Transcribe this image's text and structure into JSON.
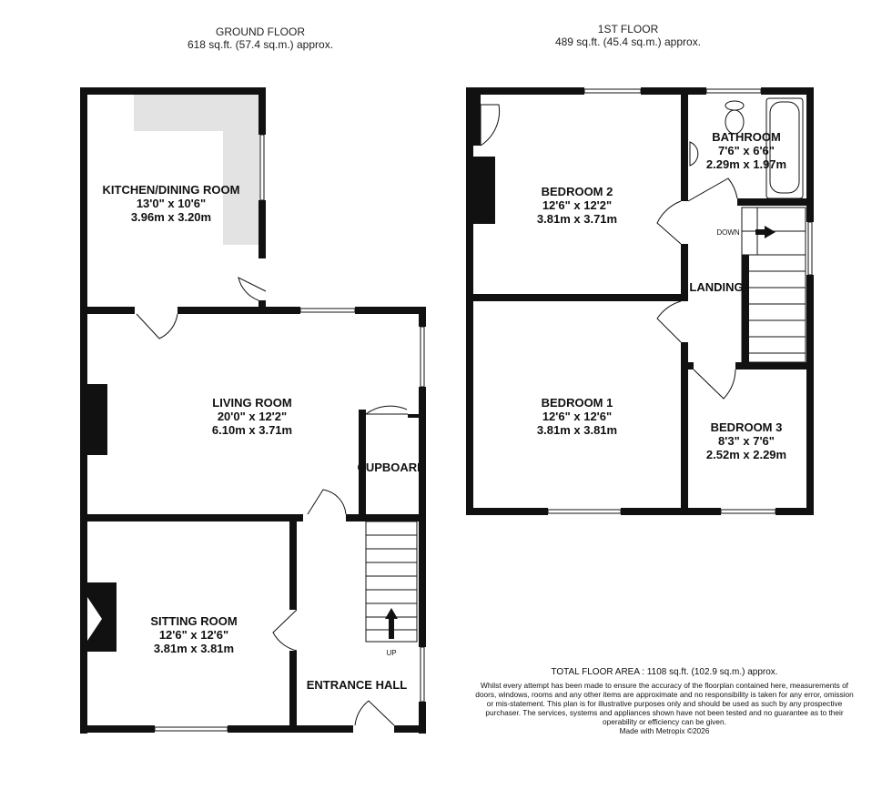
{
  "ground_floor": {
    "title": "GROUND FLOOR",
    "area": "618 sq.ft. (57.4 sq.m.) approx.",
    "rooms": [
      {
        "name": "KITCHEN/DINING ROOM",
        "imperial": "13'0\"  x 10'6\"",
        "metric": "3.96m  x 3.20m"
      },
      {
        "name": "LIVING ROOM",
        "imperial": "20'0\"  x 12'2\"",
        "metric": "6.10m  x 3.71m"
      },
      {
        "name": "SITTING ROOM",
        "imperial": "12'6\"  x 12'6\"",
        "metric": "3.81m  x 3.81m"
      },
      {
        "name": "ENTRANCE HALL"
      },
      {
        "name": "CUPBOARD"
      }
    ],
    "stairs_label": "UP"
  },
  "first_floor": {
    "title": "1ST FLOOR",
    "area": "489 sq.ft. (45.4 sq.m.) approx.",
    "rooms": [
      {
        "name": "BEDROOM 2",
        "imperial": "12'6\"  x 12'2\"",
        "metric": "3.81m  x 3.71m"
      },
      {
        "name": "BATHROOM",
        "imperial": "7'6\"  x 6'6\"",
        "metric": "2.29m  x 1.97m"
      },
      {
        "name": "LANDING"
      },
      {
        "name": "BEDROOM 1",
        "imperial": "12'6\"  x 12'6\"",
        "metric": "3.81m  x 3.81m"
      },
      {
        "name": "BEDROOM 3",
        "imperial": "8'3\"  x 7'6\"",
        "metric": "2.52m  x 2.29m"
      }
    ],
    "stairs_label": "DOWN"
  },
  "total_area": "TOTAL FLOOR AREA : 1108 sq.ft. (102.9 sq.m.) approx.",
  "disclaimer": "Whilst every attempt has been made to ensure the accuracy of the floorplan contained here, measurements of doors, windows, rooms and any other items are approximate and no responsibility is taken for any error, omission or mis-statement. This plan is for illustrative purposes only and should be used as such by any prospective purchaser. The services, systems and appliances shown have not been tested and no guarantee as to their operability or efficiency can be given.",
  "credit": "Made with Metropix ©2026",
  "colors": {
    "wall": "#111111",
    "kitchen_worktop": "#e3e3e3"
  }
}
